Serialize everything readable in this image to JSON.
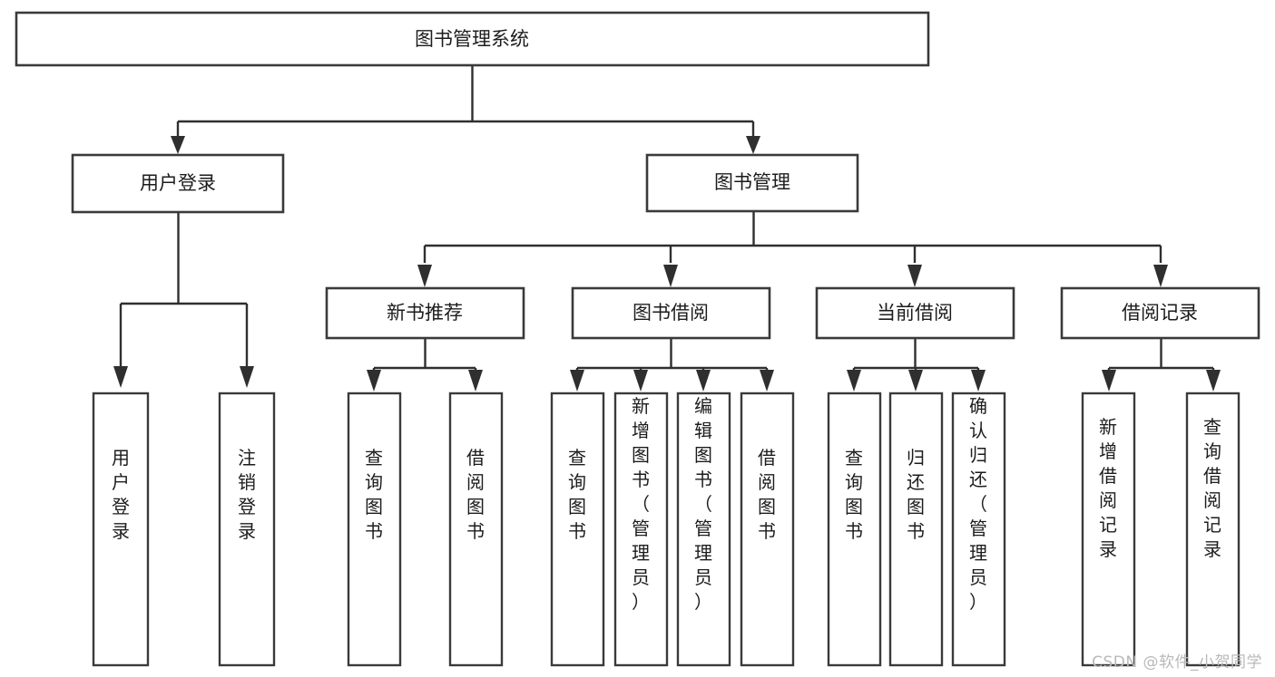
{
  "diagram": {
    "type": "tree-hierarchy",
    "title": "图书管理系统",
    "orientation": "top-down",
    "watermark": "CSDN @软件_小贺同学",
    "colors": {
      "background": "#ffffff",
      "box_stroke": "#3a3a3a",
      "connector": "#2f2f2f",
      "text": "#1c1c1c",
      "watermark": "#b9b9b9"
    },
    "root": {
      "label": "图书管理系统",
      "orientation": "horizontal"
    },
    "level2": [
      {
        "label": "用户登录",
        "orientation": "horizontal"
      },
      {
        "label": "图书管理",
        "orientation": "horizontal"
      }
    ],
    "level3": [
      {
        "label": "新书推荐",
        "orientation": "horizontal",
        "parent": "图书管理"
      },
      {
        "label": "图书借阅",
        "orientation": "horizontal",
        "parent": "图书管理"
      },
      {
        "label": "当前借阅",
        "orientation": "horizontal",
        "parent": "图书管理"
      },
      {
        "label": "借阅记录",
        "orientation": "horizontal",
        "parent": "图书管理"
      }
    ],
    "leaves": [
      {
        "label": "用户登录",
        "parent": "用户登录",
        "orientation": "vertical"
      },
      {
        "label": "注销登录",
        "parent": "用户登录",
        "orientation": "vertical"
      },
      {
        "label": "查询图书",
        "parent": "新书推荐",
        "orientation": "vertical"
      },
      {
        "label": "借阅图书",
        "parent": "新书推荐",
        "orientation": "vertical"
      },
      {
        "label": "查询图书",
        "parent": "图书借阅",
        "orientation": "vertical"
      },
      {
        "label": "新增图书（管理员）",
        "parent": "图书借阅",
        "orientation": "vertical"
      },
      {
        "label": "编辑图书（管理员）",
        "parent": "图书借阅",
        "orientation": "vertical"
      },
      {
        "label": "借阅图书",
        "parent": "图书借阅",
        "orientation": "vertical"
      },
      {
        "label": "查询图书",
        "parent": "当前借阅",
        "orientation": "vertical"
      },
      {
        "label": "归还图书",
        "parent": "当前借阅",
        "orientation": "vertical"
      },
      {
        "label": "确认归还（管理员）",
        "parent": "当前借阅",
        "orientation": "vertical"
      },
      {
        "label": "新增借阅记录",
        "parent": "借阅记录",
        "orientation": "vertical"
      },
      {
        "label": "查询借阅记录",
        "parent": "借阅记录",
        "orientation": "vertical"
      }
    ]
  }
}
